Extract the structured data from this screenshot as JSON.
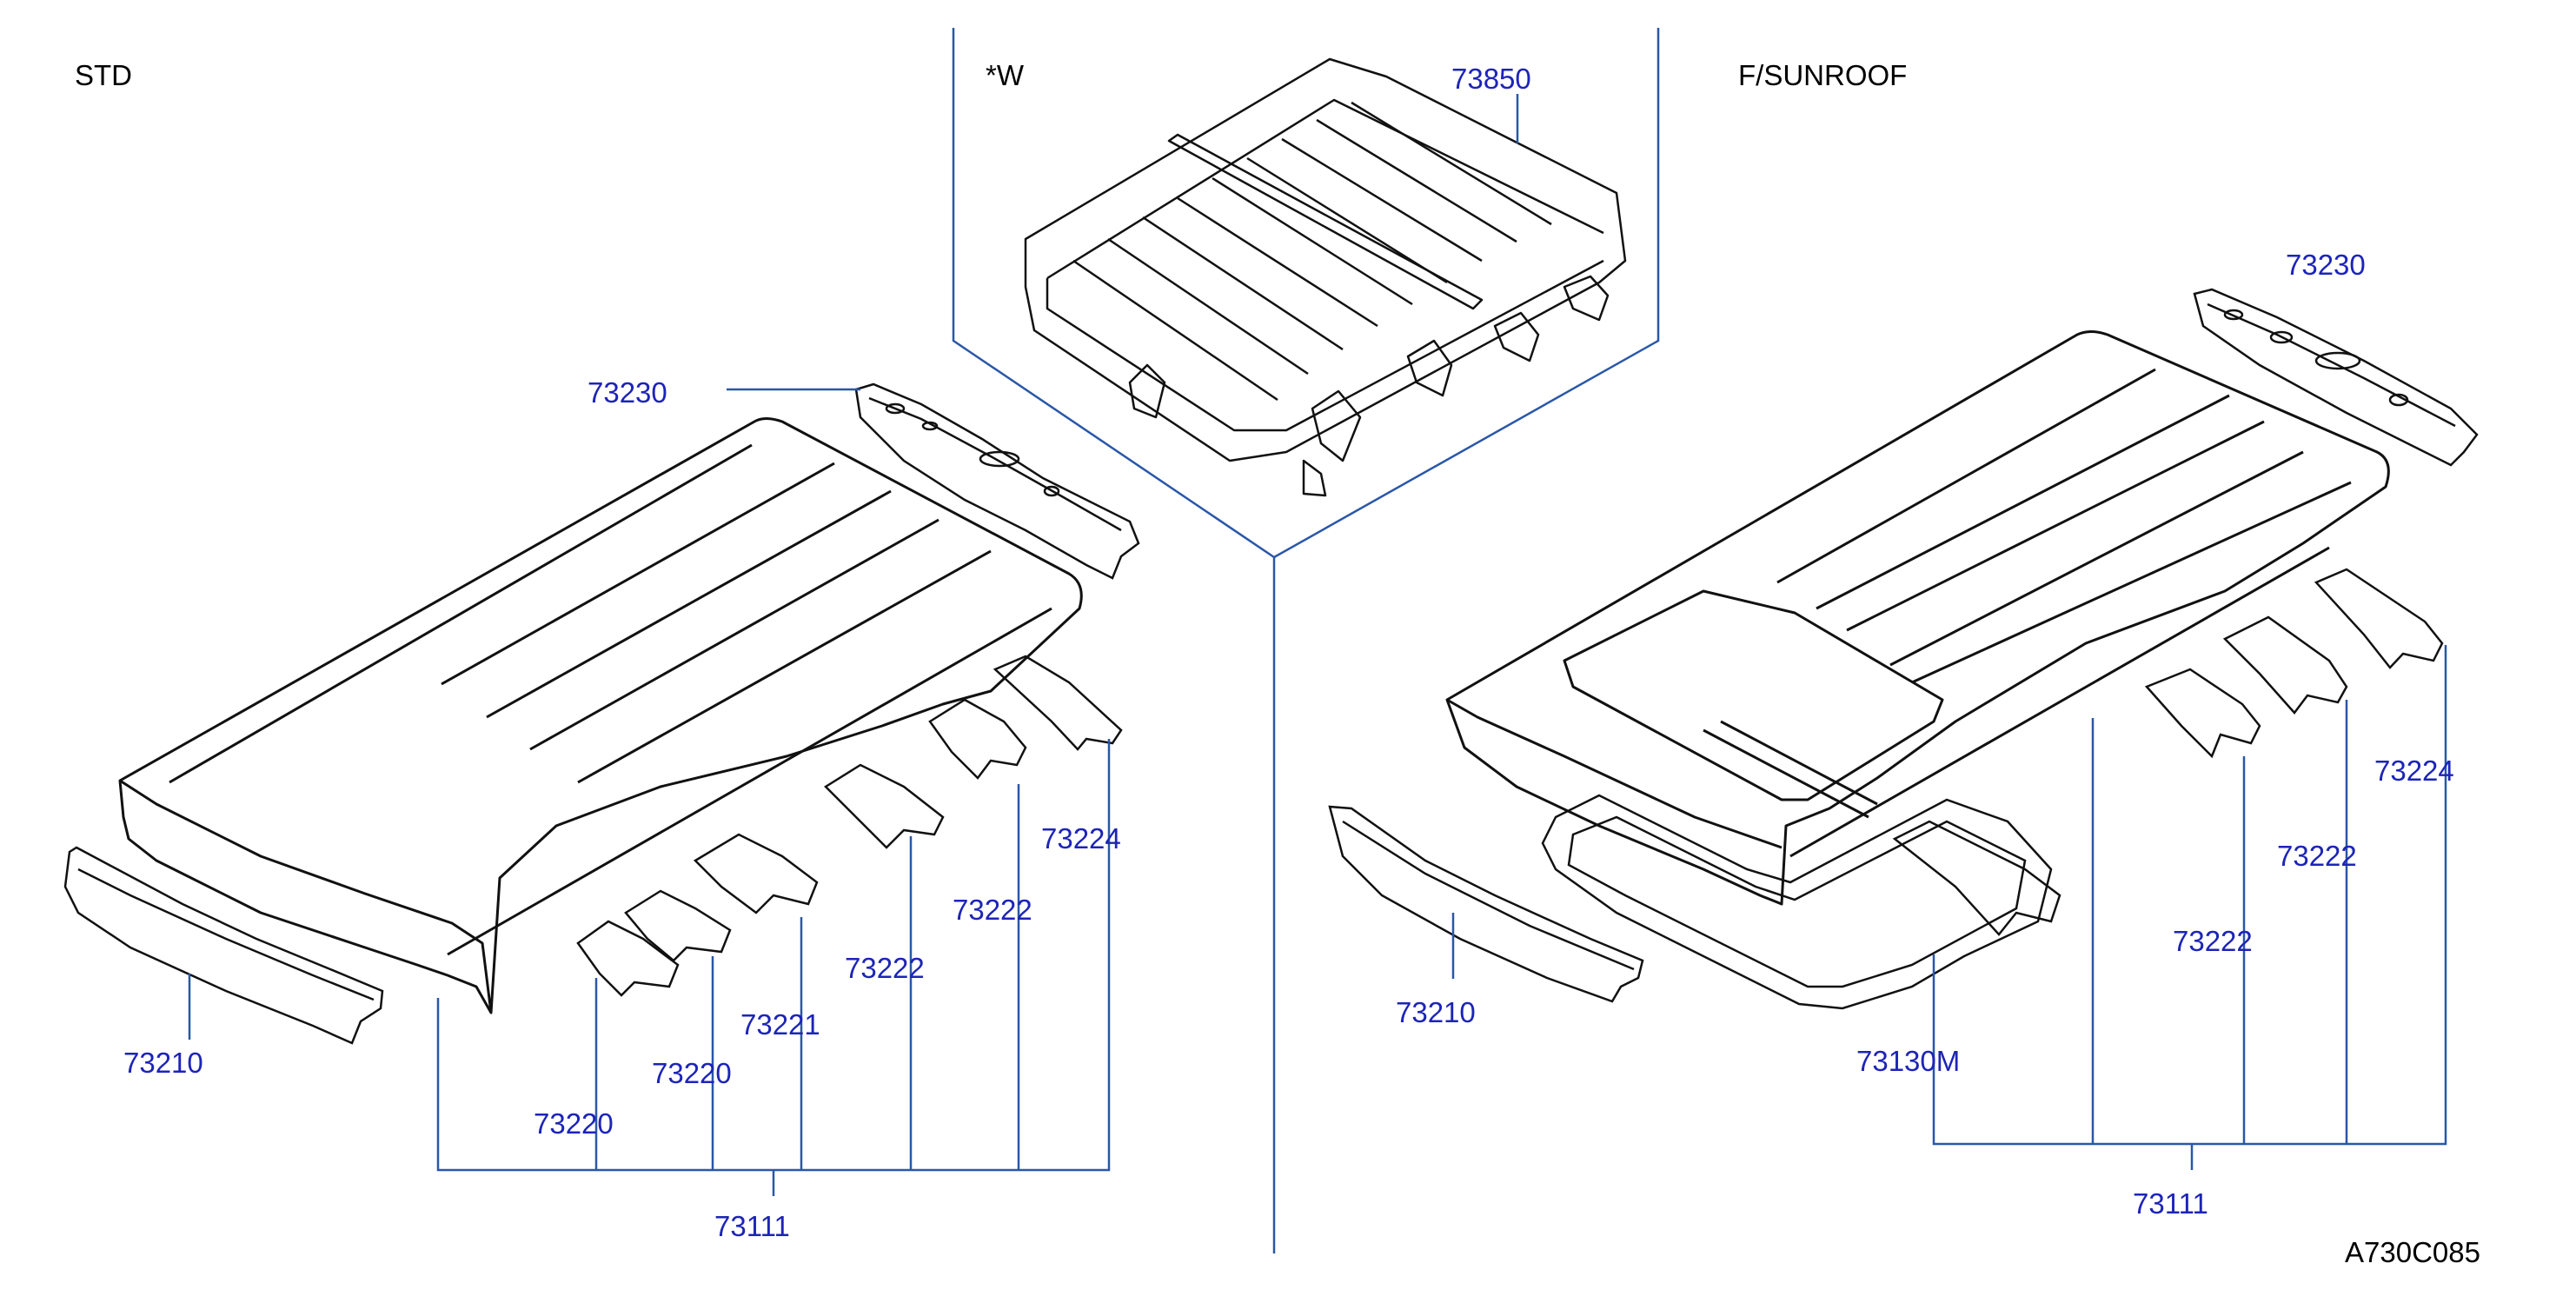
{
  "diagram_code": "A730C085",
  "colors": {
    "part_number": "#1d24b8",
    "callout_line": "#2a57a8",
    "drawing": "#111111",
    "section": "#000000"
  },
  "sections": [
    {
      "title": "STD"
    },
    {
      "title": "*W"
    },
    {
      "title": "F/SUNROOF"
    }
  ],
  "std": {
    "parts": [
      "73230",
      "73210",
      "73224",
      "73222",
      "73222",
      "73221",
      "73220",
      "73220",
      "73111"
    ]
  },
  "w": {
    "parts": [
      "73850"
    ]
  },
  "sunroof": {
    "parts": [
      "73230",
      "73224",
      "73222",
      "73222",
      "73210",
      "73130M",
      "73111"
    ]
  }
}
